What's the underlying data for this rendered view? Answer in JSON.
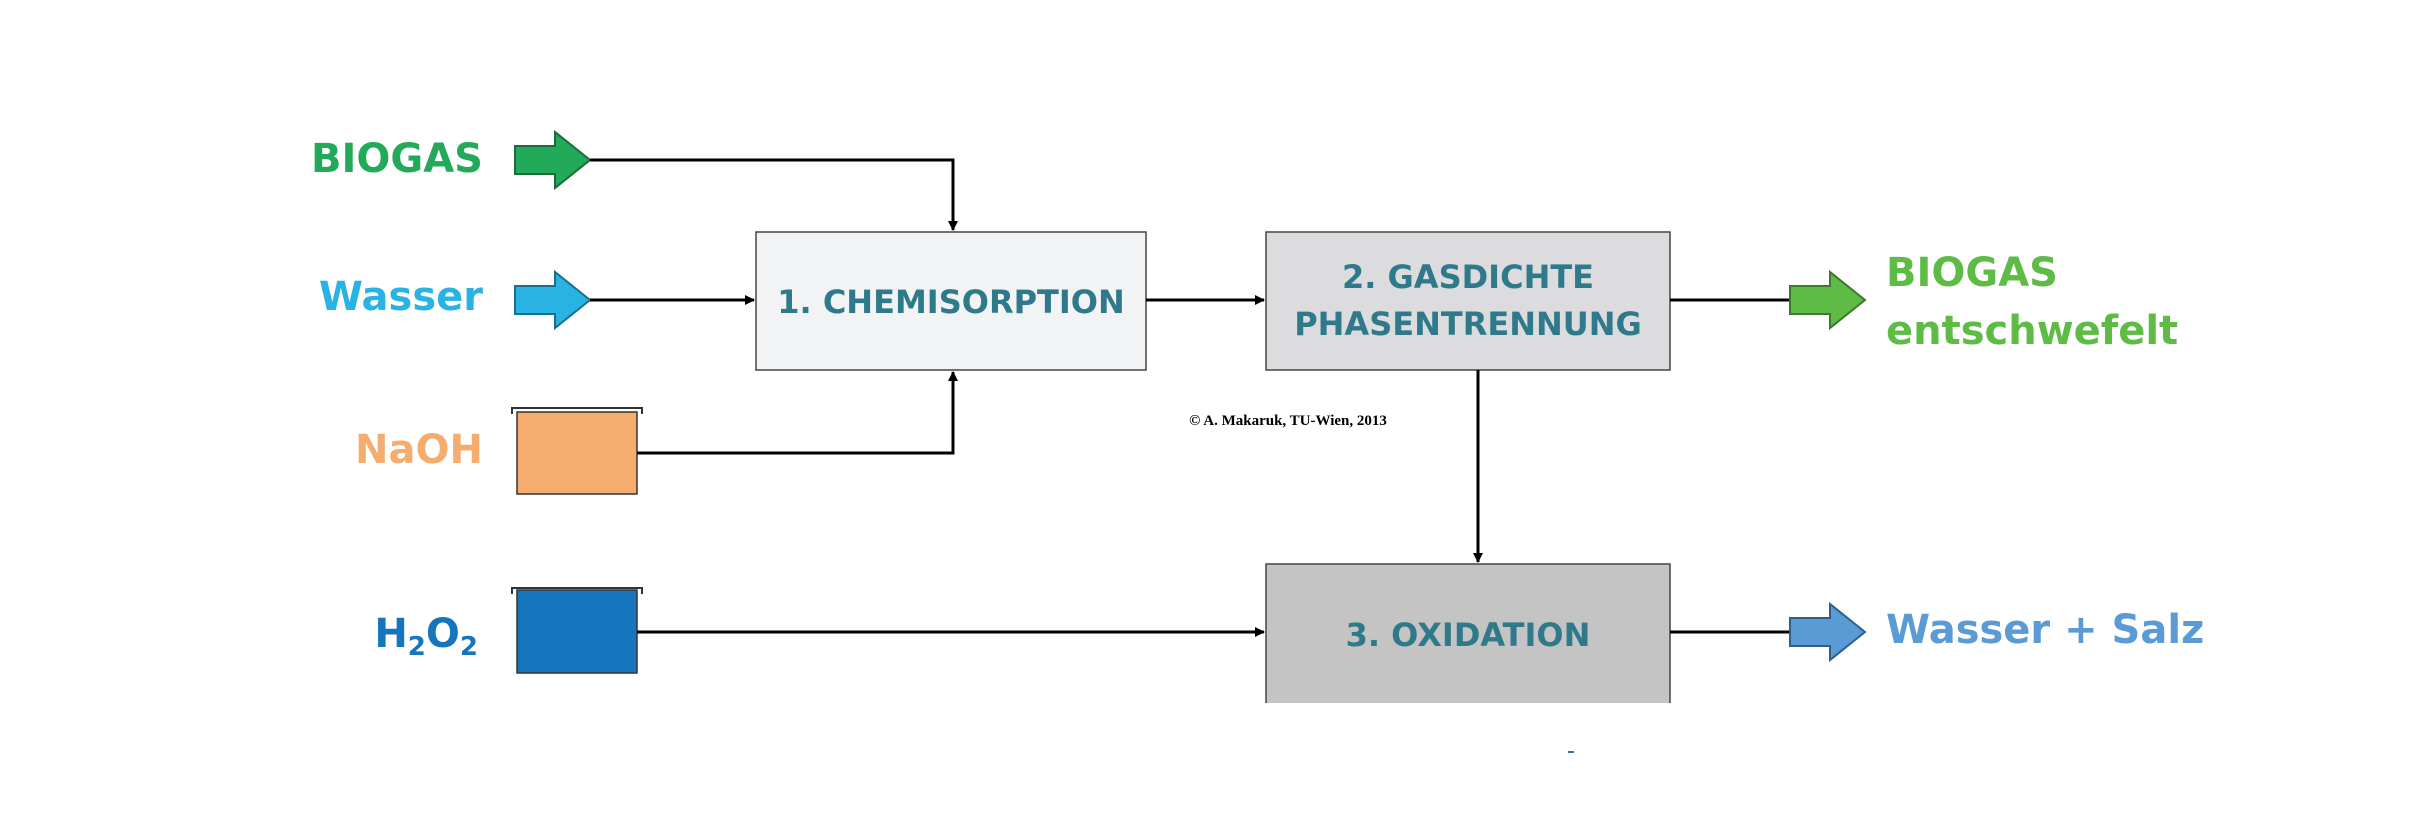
{
  "inputs": {
    "biogas": "BIOGAS",
    "wasser": "Wasser",
    "naoh": "NaOH",
    "h2o2": {
      "h": "H",
      "sub1": "2",
      "o": "O",
      "sub2": "2"
    }
  },
  "boxes": {
    "chemisorption": "1. CHEMISORPTION",
    "separation_line1": "2. GASDICHTE",
    "separation_line2": "PHASENTRENNUNG",
    "oxidation": "3. OXIDATION"
  },
  "outputs": {
    "biogas_line1": "BIOGAS",
    "biogas_line2": "entschwefelt",
    "water_salt": "Wasser + Salz"
  },
  "credit": "© A. Makaruk, TU-Wien, 2013",
  "colors": {
    "biogas": "#23a95a",
    "wasser": "#29b3e3",
    "naoh": "#f5ad6f",
    "h2o2": "#1676bd",
    "output_green": "#5dbb46",
    "output_blue": "#5b9bd5",
    "box_text": "#2e7a8a",
    "box1_fill": "#f2f3f5",
    "box2_fill": "#dcdcde",
    "box3_fill": "#c5c4c5"
  }
}
